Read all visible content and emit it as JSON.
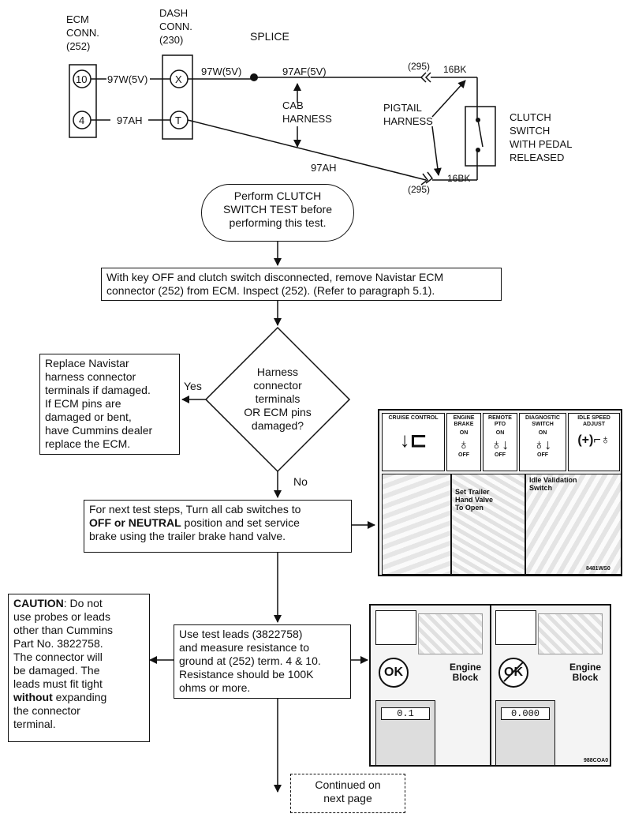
{
  "wiring": {
    "ecm_conn_label": [
      "ECM",
      "CONN.",
      "(252)"
    ],
    "dash_conn_label": [
      "DASH",
      "CONN.",
      "(230)"
    ],
    "splice_label": "SPLICE",
    "pin_10": "10",
    "pin_4": "4",
    "pin_x": "X",
    "pin_t": "T",
    "wire_ecm_top": "97W(5V)",
    "wire_ecm_bottom": "97AH",
    "wire_dash_top": "97W(5V)",
    "wire_97af": "97AF(5V)",
    "wire_97ah_diag": "97AH",
    "cab_harness_label": [
      "CAB",
      "HARNESS"
    ],
    "pigtail_label": [
      "PIGTAIL",
      "HARNESS"
    ],
    "conn_295_top": "(295)",
    "conn_295_bottom": "(295)",
    "wire_16bk_top": "16BK",
    "wire_16bk_bottom": "16BK",
    "clutch_label": [
      "CLUTCH",
      "SWITCH",
      "WITH PEDAL",
      "RELEASED"
    ]
  },
  "flow": {
    "start_oval": [
      "Perform CLUTCH",
      "SWITCH TEST  before",
      "performing this test."
    ],
    "step1": [
      "With key OFF and clutch switch disconnected, remove Navistar ECM",
      "connector (252) from ECM. Inspect (252). (Refer to paragraph 5.1)."
    ],
    "decision": [
      "Harness",
      "connector",
      "terminals",
      "OR ECM pins",
      "damaged?"
    ],
    "yes_label": "Yes",
    "no_label": "No",
    "yes_box": [
      "Replace Navistar",
      "harness connector",
      "terminals if damaged.",
      "If ECM pins are",
      "damaged or bent,",
      "have Cummins dealer",
      "replace the ECM."
    ],
    "step2_l1": "For next test steps, Turn all cab switches to",
    "step2_b1": "OFF or NEUTRAL",
    "step2_l2b": " position and set service",
    "step2_l3": "brake using the trailer brake hand valve.",
    "caution_head": "CAUTION",
    "caution_l1": ": Do not",
    "caution_rest1": [
      "use probes or leads",
      "other than Cummins",
      "Part No. 3822758.",
      "The connector will",
      "be damaged. The",
      "leads must fit tight"
    ],
    "caution_b": "without",
    "caution_after_b": " expanding",
    "caution_rest2": [
      "the connector",
      "terminal."
    ],
    "step3": [
      "Use test leads (3822758)",
      "and measure resistance  to",
      "ground at (252) term. 4 & 10.",
      "Resistance should be 100K",
      "ohms or more."
    ],
    "continued": [
      "Continued on",
      "next page"
    ]
  },
  "panel_switches": {
    "headers": [
      "CRUISE CONTROL",
      "ENGINE BRAKE",
      "REMOTE PTO",
      "DIAGNOSTIC SWITCH",
      "IDLE SPEED ADJUST"
    ],
    "on": "ON",
    "off": "OFF",
    "set_trailer": [
      "Set Trailer",
      "Hand Valve",
      "To Open"
    ],
    "idle_validation": [
      "Idle Validation",
      "Switch"
    ],
    "code": "8481WS0"
  },
  "panel_meter": {
    "ok": "OK",
    "engine_block": [
      "Engine",
      "Block"
    ],
    "reading_left": "0.1",
    "reading_right": "0.000",
    "code": "988COA0"
  }
}
